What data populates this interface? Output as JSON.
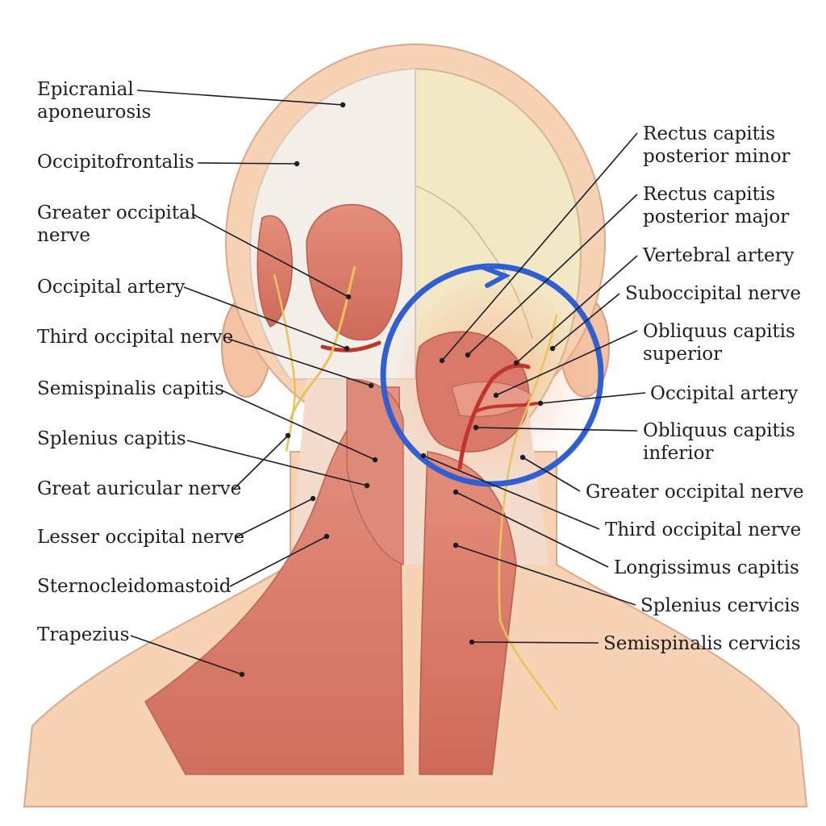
{
  "left_labels": [
    {
      "id": "epicranial-aponeurosis",
      "lines": [
        "Epicranial",
        "aponeurosis"
      ]
    },
    {
      "id": "occipitofrontalis",
      "lines": [
        "Occipitofrontalis"
      ]
    },
    {
      "id": "greater-occipital-nerve-left",
      "lines": [
        "Greater occipital",
        "nerve"
      ]
    },
    {
      "id": "occipital-artery-left",
      "lines": [
        "Occipital artery"
      ]
    },
    {
      "id": "third-occipital-nerve-left",
      "lines": [
        "Third occipital nerve"
      ]
    },
    {
      "id": "semispinalis-capitis",
      "lines": [
        "Semispinalis capitis"
      ]
    },
    {
      "id": "splenius-capitis",
      "lines": [
        "Splenius capitis"
      ]
    },
    {
      "id": "great-auricular-nerve",
      "lines": [
        "Great auricular nerve"
      ]
    },
    {
      "id": "lesser-occipital-nerve",
      "lines": [
        "Lesser occipital nerve"
      ]
    },
    {
      "id": "sternocleidomastoid",
      "lines": [
        "Sternocleidomastoid"
      ]
    },
    {
      "id": "trapezius",
      "lines": [
        "Trapezius"
      ]
    }
  ],
  "right_labels": [
    {
      "id": "rectus-capitis-posterior-minor",
      "lines": [
        "Rectus capitis",
        "posterior minor"
      ]
    },
    {
      "id": "rectus-capitis-posterior-major",
      "lines": [
        "Rectus capitis",
        "posterior major"
      ]
    },
    {
      "id": "vertebral-artery",
      "lines": [
        "Vertebral artery"
      ]
    },
    {
      "id": "suboccipital-nerve",
      "lines": [
        "Suboccipital nerve"
      ]
    },
    {
      "id": "obliquus-capitis-superior",
      "lines": [
        "Obliquus capitis",
        "superior"
      ]
    },
    {
      "id": "occipital-artery-right",
      "lines": [
        "Occipital artery"
      ]
    },
    {
      "id": "obliquus-capitis-inferior",
      "lines": [
        "Obliquus capitis",
        "inferior"
      ]
    },
    {
      "id": "greater-occipital-nerve-right",
      "lines": [
        "Greater occipital nerve"
      ]
    },
    {
      "id": "third-occipital-nerve-right",
      "lines": [
        "Third occipital nerve"
      ]
    },
    {
      "id": "longissimus-capitis",
      "lines": [
        "Longissimus capitis"
      ]
    },
    {
      "id": "splenius-cervicis",
      "lines": [
        "Splenius cervicis"
      ]
    },
    {
      "id": "semispinalis-cervicis",
      "lines": [
        "Semispinalis cervicis"
      ]
    }
  ],
  "colors": {
    "skin": "#f7d2b4",
    "muscle": "#d9796a",
    "bone": "#f3e8c6",
    "fascia": "#f4eee9",
    "nerve": "#eac25b",
    "artery": "#c2342a",
    "highlight_ring": "#2f5fd0",
    "leader_line": "#1d1d28"
  }
}
